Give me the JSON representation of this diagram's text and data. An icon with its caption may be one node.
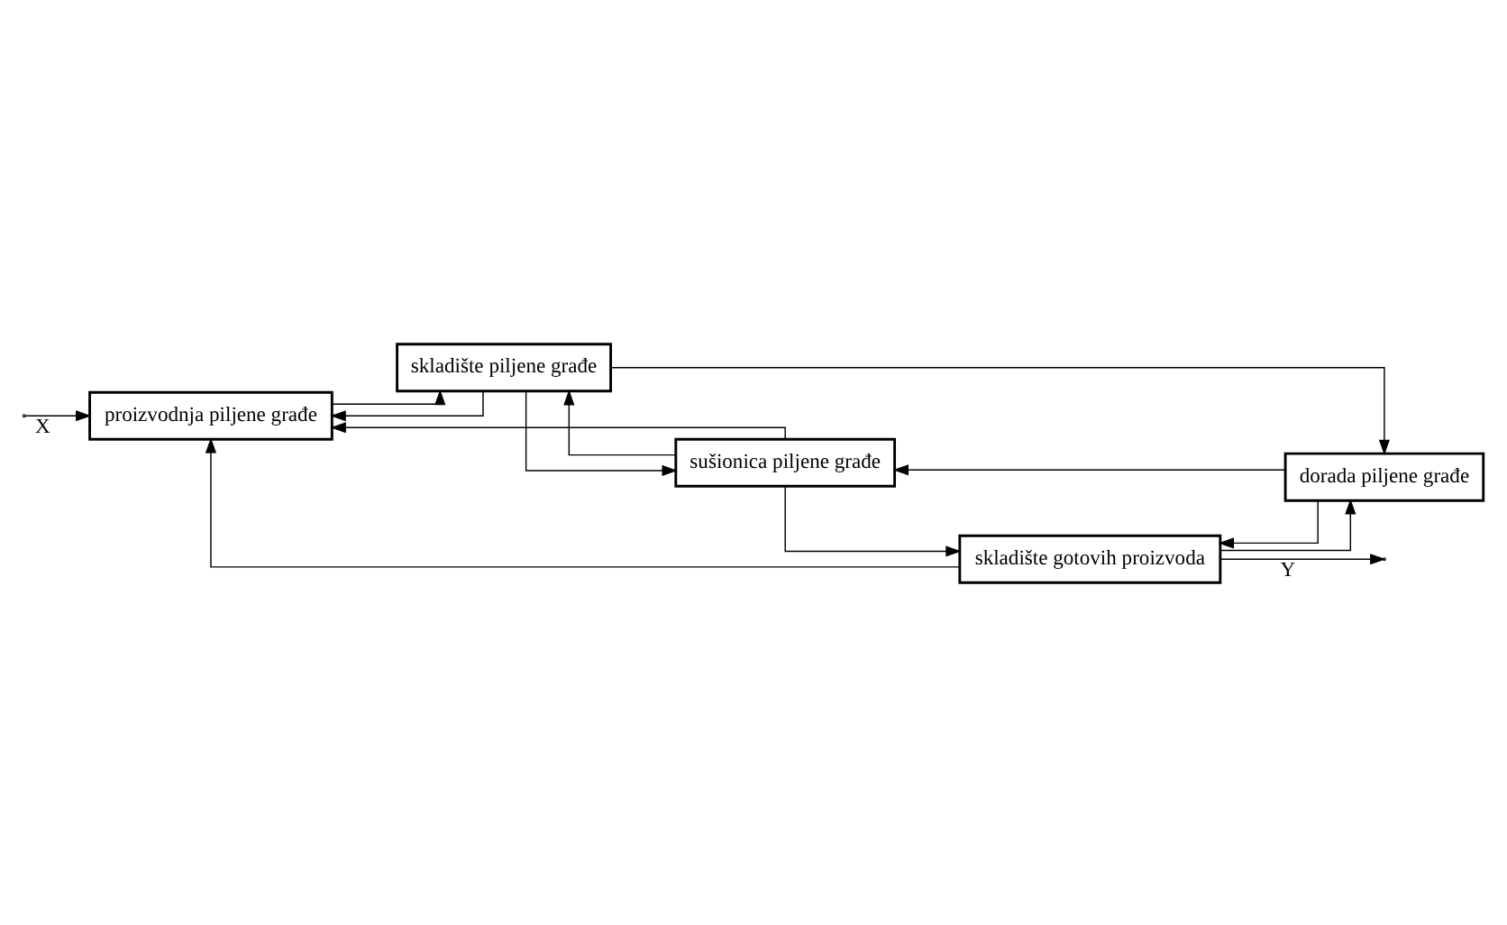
{
  "diagram": {
    "nodes": [
      {
        "text": [
          "proizvodnja piljene građe"
        ]
      },
      {
        "text": [
          "skladište piljene građe"
        ]
      },
      {
        "text": [
          "dorada piljene građe"
        ]
      },
      {
        "text": [
          "sušionica piljene građe"
        ]
      },
      {
        "text": [
          "skladište gotovih proizvoda"
        ]
      }
    ],
    "edges": [
      {
        "from": null,
        "to": 0,
        "arrow": "to",
        "label": "X"
      },
      {
        "from": 0,
        "to": 1,
        "arrow": "to"
      },
      {
        "from": 1,
        "to": 2,
        "arrow": "to"
      },
      {
        "from": 1,
        "to": 0,
        "arrow": "to"
      },
      {
        "from": 1,
        "to": 3,
        "arrow": "to"
      },
      {
        "from": 2,
        "to": 4,
        "arrow": "to"
      },
      {
        "from": 2,
        "to": 3,
        "arrow": "to"
      },
      {
        "from": 4,
        "to": 2,
        "arrow": "to"
      },
      {
        "from": 3,
        "to": 4,
        "arrow": "to"
      },
      {
        "from": 3,
        "to": 1,
        "arrow": "to"
      },
      {
        "from": 3,
        "to": 0,
        "arrow": "to"
      },
      {
        "from": 4,
        "to": 0,
        "arrow": "to"
      },
      {
        "from": 4,
        "to": null,
        "arrow": "to",
        "label": "Y"
      }
    ]
  }
}
